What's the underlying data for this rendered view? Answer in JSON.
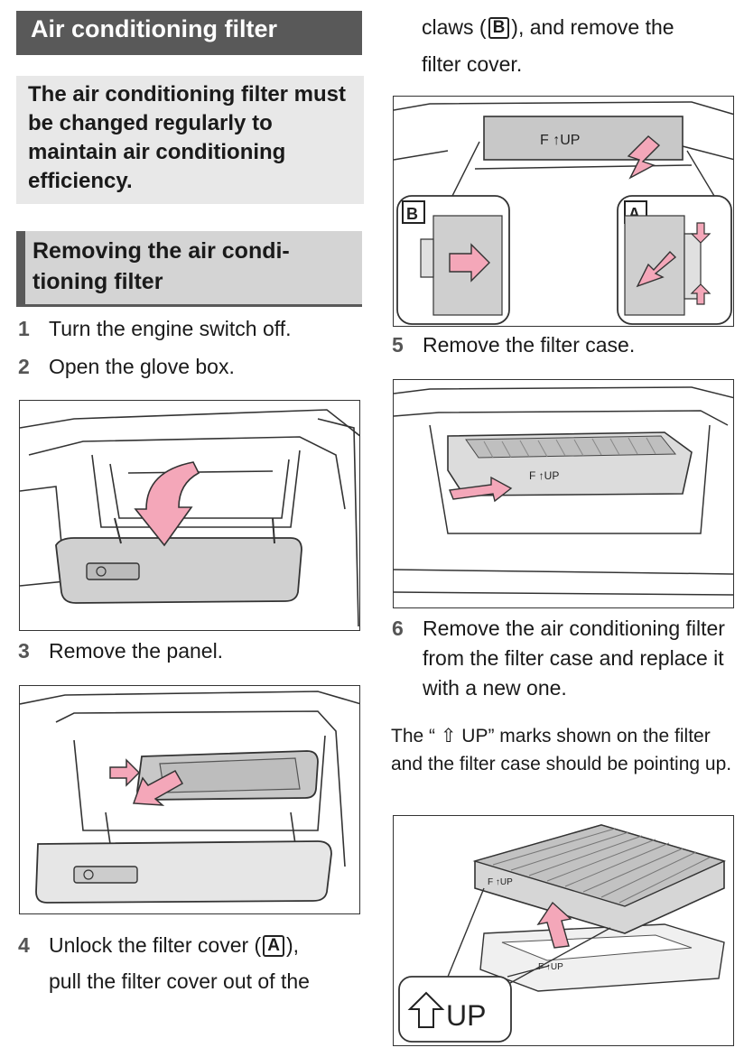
{
  "header": {
    "title": "Air conditioning filter"
  },
  "intro": {
    "text": "The air conditioning filter must be changed regularly to maintain air conditioning efficiency."
  },
  "section": {
    "title": "Removing the air condi-tioning filter"
  },
  "steps": [
    {
      "num": "1",
      "text": "Turn the engine switch off."
    },
    {
      "num": "2",
      "text": "Open the glove box."
    },
    {
      "num": "3",
      "text": "Remove the panel."
    },
    {
      "num": "4",
      "text_a": "Unlock the filter cover (",
      "badge": "A",
      "text_b": "),",
      "text_c": "pull the filter cover out of the"
    },
    {
      "num": "5",
      "text": "Remove the filter case."
    },
    {
      "num": "6",
      "text": "Remove the air conditioning filter from the filter case and replace it with a new one."
    }
  ],
  "step4_continued": {
    "text_a": "claws (",
    "badge": "B",
    "text_b": "), and remove the",
    "text_c": "filter cover."
  },
  "note": {
    "text": "The “ ⇧ UP” marks shown on the filter and the filter case should be pointing up."
  },
  "figures": {
    "fig_cover": {
      "mark": "F ↑UP",
      "callout_b": "B",
      "callout_a": "A"
    },
    "fig_case": {
      "mark": "F ↑UP"
    },
    "fig_filter": {
      "side_mark": "F ↑UP",
      "case_mark": "F ↑UP",
      "up_label": "UP"
    }
  },
  "colors": {
    "title_bg": "#595959",
    "intro_bg": "#e8e8e8",
    "section_bg": "#d4d4d4",
    "arrow_pink": "#f4a7b9",
    "part_gray": "#c8c8c8"
  }
}
